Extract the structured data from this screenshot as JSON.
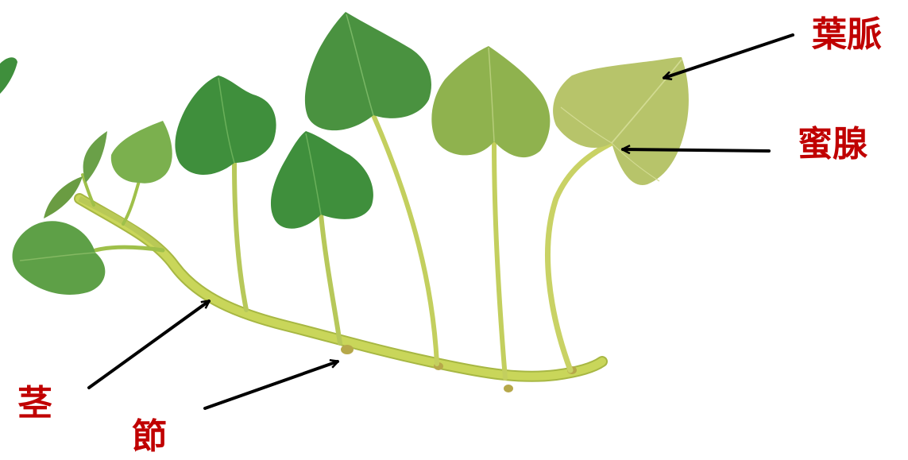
{
  "labels": {
    "leaf_vein": "葉脈",
    "nectary": "蜜腺",
    "stem": "茎",
    "node": "節"
  },
  "colors": {
    "label": "#c00000",
    "arrow": "#000000",
    "stem": "#c9d65a",
    "stem_edge": "#a7b743",
    "leaf_dark": "#3f8f3c",
    "leaf_mid": "#5ea047",
    "leaf_light": "#8fb24e",
    "leaf_pale": "#b7c46a"
  }
}
